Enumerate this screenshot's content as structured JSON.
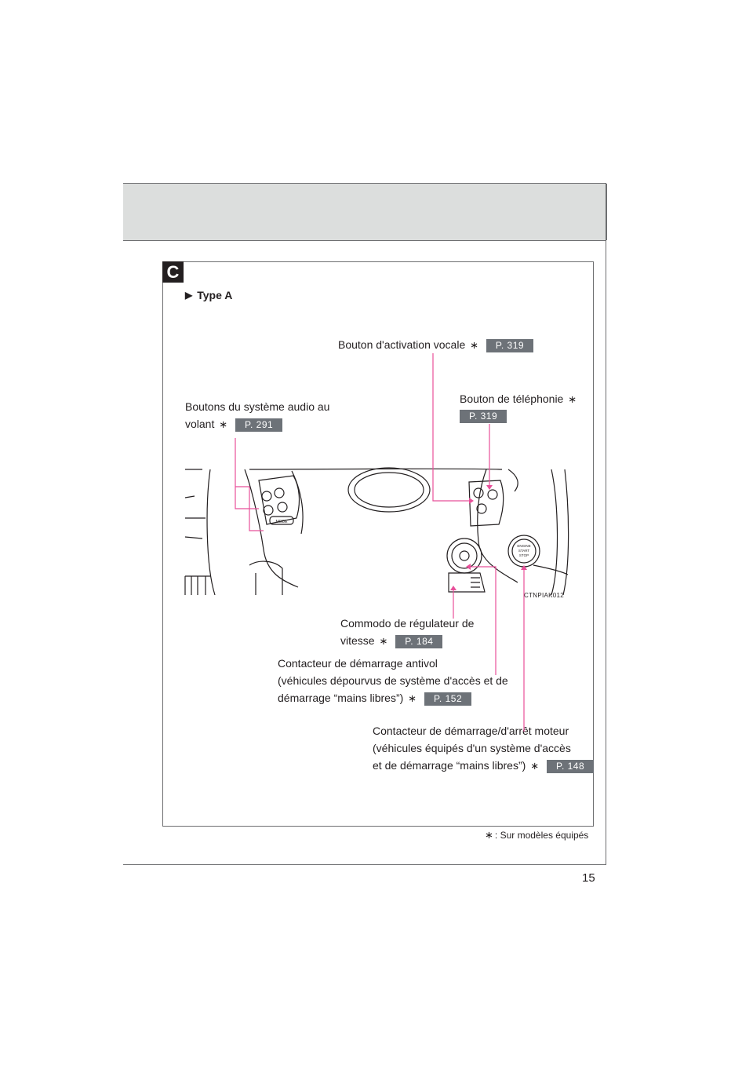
{
  "page": {
    "number": "15"
  },
  "section": {
    "badge": "C",
    "type_label": "Type A",
    "triangle": "▶"
  },
  "callouts": {
    "voice": {
      "text": "Bouton d'activation vocale",
      "asterisk": "∗",
      "ref": "P. 319"
    },
    "phone": {
      "text": "Bouton de téléphonie",
      "asterisk": "∗",
      "ref": "P. 319"
    },
    "audio": {
      "line1": "Boutons du système audio au",
      "line2": "volant",
      "asterisk": "∗",
      "ref": "P. 291"
    },
    "cruise": {
      "line1": "Commodo de régulateur de",
      "line2": "vitesse",
      "asterisk": "∗",
      "ref": "P. 184"
    },
    "ignition": {
      "line1": "Contacteur de démarrage antivol",
      "line2": "(véhicules dépourvus de système d'accès et de",
      "line3": "démarrage “mains libres”)",
      "asterisk": "∗",
      "ref": "P. 152"
    },
    "engine": {
      "line1": "Contacteur de démarrage/d'arrêt moteur",
      "line2": "(véhicules équipés d'un système d'accès",
      "line3": "et de démarrage “mains libres”)",
      "asterisk": "∗",
      "ref": "P. 148"
    }
  },
  "illustration": {
    "code": "CTNPIAK012",
    "mode_label": "MODE",
    "engine_button": [
      "ENGINE",
      "START",
      "STOP"
    ]
  },
  "footnote": {
    "asterisk": "∗",
    "text": ": Sur modèles équipés"
  },
  "colors": {
    "leader": "#e8509a",
    "ref_bg": "#6d7278",
    "header_band": "#dcdedd"
  }
}
